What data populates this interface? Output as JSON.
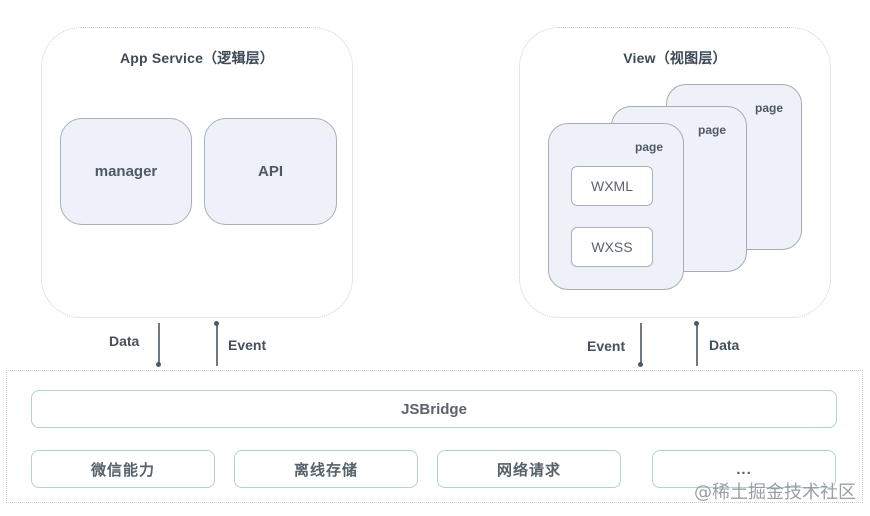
{
  "app_service": {
    "title": "App Service（逻辑层）",
    "modules": [
      {
        "label": "manager"
      },
      {
        "label": "API"
      }
    ]
  },
  "view": {
    "title": "View（视图层）",
    "pages": [
      {
        "label": "page"
      },
      {
        "label": "page"
      },
      {
        "label": "page"
      }
    ],
    "front_page_files": [
      {
        "label": "WXML"
      },
      {
        "label": "WXSS"
      }
    ]
  },
  "connectors": {
    "app_service_down": "Data",
    "app_service_up": "Event",
    "view_down": "Event",
    "view_up": "Data"
  },
  "native_layer": {
    "bridge_label": "JSBridge",
    "capabilities": [
      {
        "label": "微信能力"
      },
      {
        "label": "离线存储"
      },
      {
        "label": "网络请求"
      },
      {
        "label": "..."
      }
    ]
  },
  "watermark": "@稀土掘金技术社区",
  "colors": {
    "module_fill": "#eef2f8",
    "module_border": "#a9b0b8",
    "bridge_border": "#b3d3cc",
    "text": "#4a5560"
  }
}
